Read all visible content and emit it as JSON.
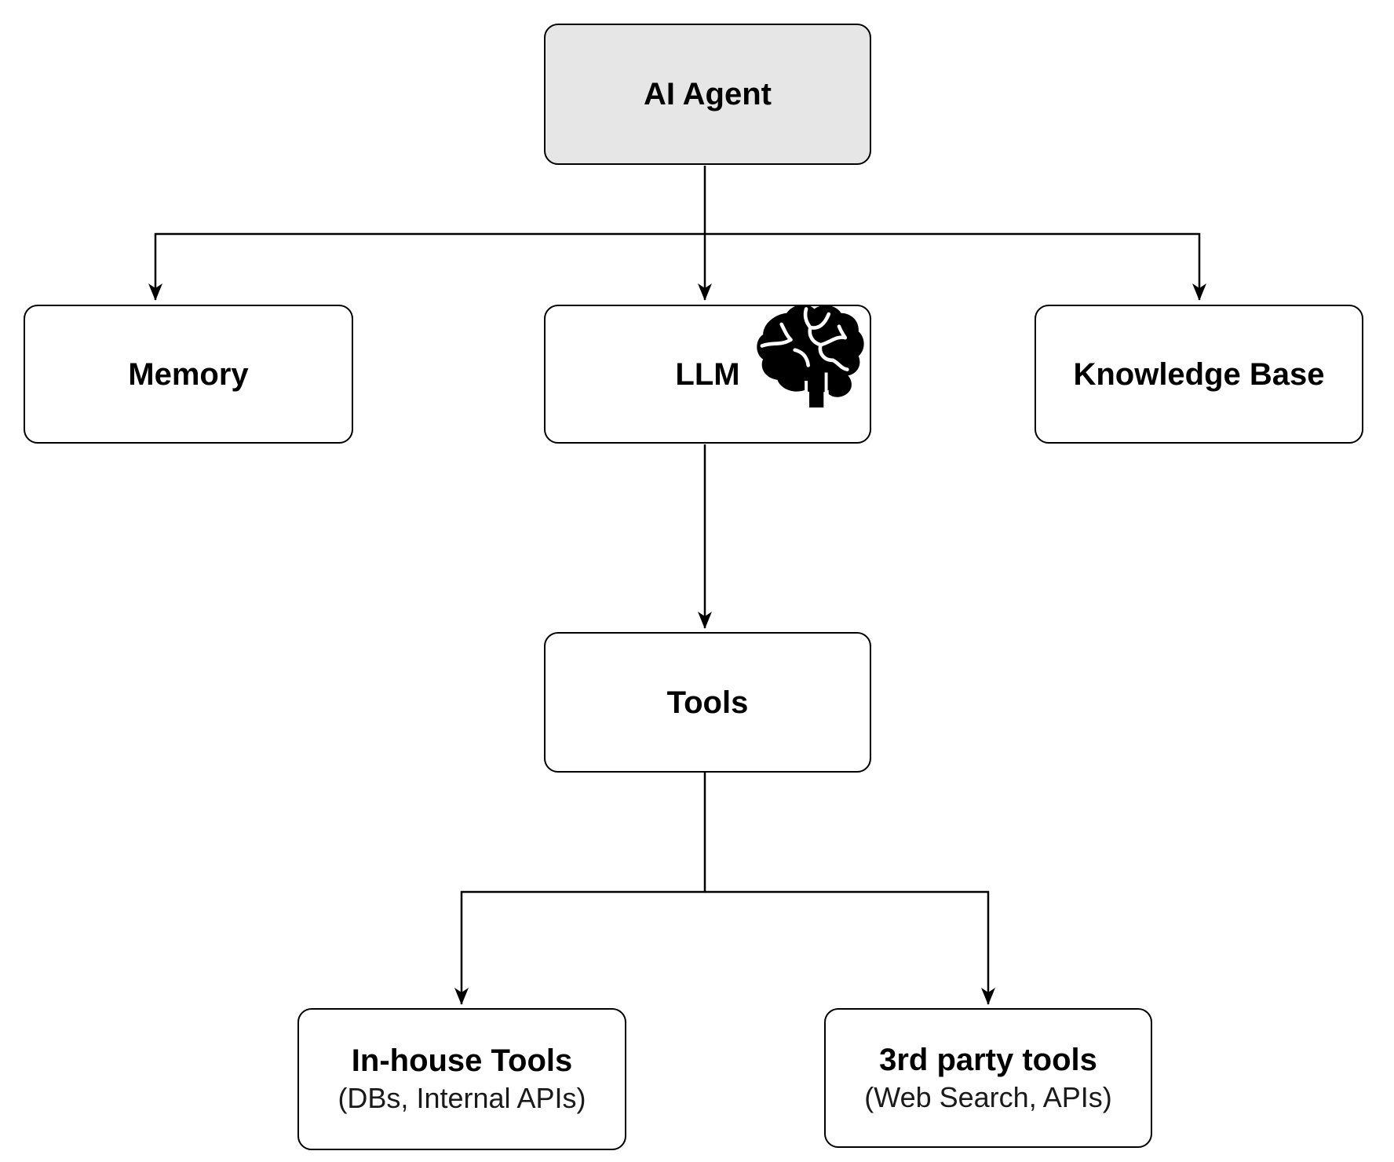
{
  "diagram": {
    "background": "#ffffff",
    "stroke_color": "#000000",
    "nodes": {
      "ai_agent": {
        "label": "AI Agent",
        "fill": "#e6e6e6"
      },
      "memory": {
        "label": "Memory",
        "fill": "#ffffff"
      },
      "llm": {
        "label": "LLM",
        "fill": "#ffffff",
        "icon": "brain-icon"
      },
      "knowledge_base": {
        "label": "Knowledge Base",
        "fill": "#ffffff"
      },
      "tools": {
        "label": "Tools",
        "fill": "#ffffff"
      },
      "inhouse_tools": {
        "label": "In-house Tools",
        "sublabel": "(DBs, Internal APIs)",
        "fill": "#ffffff"
      },
      "third_party_tools": {
        "label": "3rd party tools",
        "sublabel": "(Web Search, APIs)",
        "fill": "#ffffff"
      }
    },
    "edges": [
      {
        "from": "ai_agent",
        "to": "memory"
      },
      {
        "from": "ai_agent",
        "to": "llm"
      },
      {
        "from": "ai_agent",
        "to": "knowledge_base"
      },
      {
        "from": "llm",
        "to": "tools"
      },
      {
        "from": "tools",
        "to": "inhouse_tools"
      },
      {
        "from": "tools",
        "to": "third_party_tools"
      }
    ]
  }
}
